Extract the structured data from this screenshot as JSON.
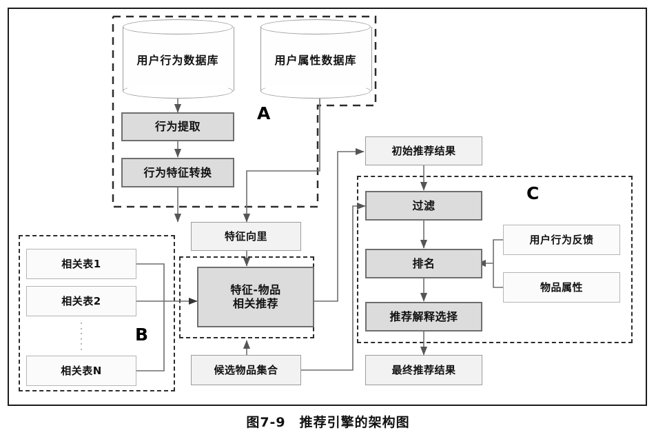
{
  "figure": {
    "caption": "图7-9　推荐引擎的架构图"
  },
  "regions": [
    {
      "id": "A",
      "label": "A"
    },
    {
      "id": "B",
      "label": "B"
    },
    {
      "id": "C",
      "label": "C"
    }
  ],
  "databases": [
    {
      "id": "user-behavior-db",
      "label": "用户行为数据库"
    },
    {
      "id": "user-attribute-db",
      "label": "用户属性数据库"
    }
  ],
  "nodes": {
    "behavior_extract": "行为提取",
    "behavior_feature_transform": "行为特征转换",
    "feature_vector": "特征向里",
    "feature_item_recommend": "特征-物品\n相关推荐",
    "feature_item_recommend_line1": "特征-物品",
    "feature_item_recommend_line2": "相关推荐",
    "candidate_item_set": "候选物品集合",
    "related_table_1": "相关表1",
    "related_table_2": "相关表2",
    "related_table_n": "相关表N",
    "initial_recommend_result": "初始推荐结果",
    "filter": "过滤",
    "ranking": "排名",
    "recommend_explanation_select": "推荐解释选择",
    "final_recommend_result": "最终推荐结果",
    "user_behavior_feedback": "用户行为反馈",
    "item_attribute": "物品属性"
  },
  "colors": {
    "shaded_fill": "#dcdcdc",
    "light_fill": "#f2f2f2",
    "plain_fill": "#fbfbfb",
    "stroke_dark": "#6e6e6e",
    "stroke_light": "#9a9a9a",
    "dashed_region": "#2b2b2b",
    "frame": "#1a1a1a"
  }
}
